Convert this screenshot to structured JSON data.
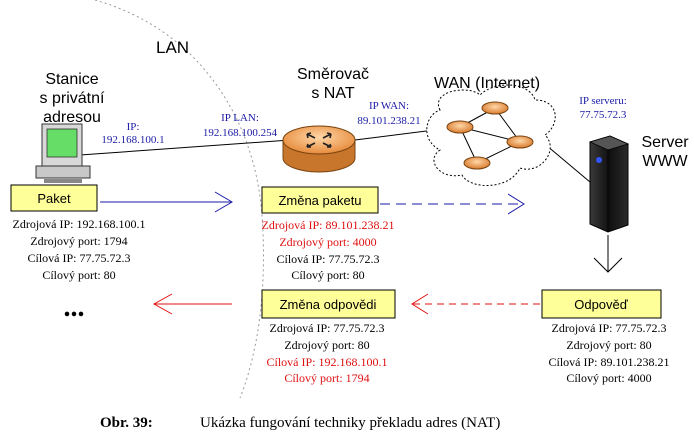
{
  "lan_label": "LAN",
  "station": {
    "line1": "Stanice",
    "line2": "s privátní",
    "line3": "adresou"
  },
  "router": {
    "line1": "Směrovač",
    "line2": "s NAT"
  },
  "wan_label": "WAN (Internet)",
  "server": {
    "line1": "Server",
    "line2": "WWW"
  },
  "ip_labels": {
    "station_title": "IP:",
    "station_ip": "192.168.100.1",
    "lan_title": "IP LAN:",
    "lan_ip": "192.168.100.254",
    "wan_title": "IP WAN:",
    "wan_ip": "89.101.238.21",
    "server_title": "IP serveru:",
    "server_ip": "77.75.72.3"
  },
  "paket": {
    "title": "Paket",
    "l1": "Zdrojová IP: 192.168.100.1",
    "l2": "Zdrojový port: 1794",
    "l3": "Cílová IP: 77.75.72.3",
    "l4": "Cílový port: 80"
  },
  "zmena_paketu": {
    "title": "Změna paketu",
    "l1": "Zdrojová IP: 89.101.238.21",
    "l2": "Zdrojový port: 4000",
    "l3": "Cílová IP: 77.75.72.3",
    "l4": "Cílový port: 80"
  },
  "odpoved": {
    "title": "Odpověď",
    "l1": "Zdrojová IP: 77.75.72.3",
    "l2": "Zdrojový port: 80",
    "l3": "Cílová IP: 89.101.238.21",
    "l4": "Cílový port: 4000"
  },
  "zmena_odpovedi": {
    "title": "Změna odpovědi",
    "l1": "Zdrojová IP: 77.75.72.3",
    "l2": "Zdrojový port: 80",
    "l3": "Cílová IP: 192.168.100.1",
    "l4": "Cílový port: 1794"
  },
  "ellipsis": "...",
  "caption": {
    "label": "Obr. 39:",
    "text": "Ukázka fungování techniky překladu adres (NAT)"
  },
  "colors": {
    "box_fill": "#ffff99",
    "blue": "#1a1aa6",
    "red": "#e01010",
    "router_fill": "#f4a95a",
    "router_dark": "#c8762c"
  }
}
